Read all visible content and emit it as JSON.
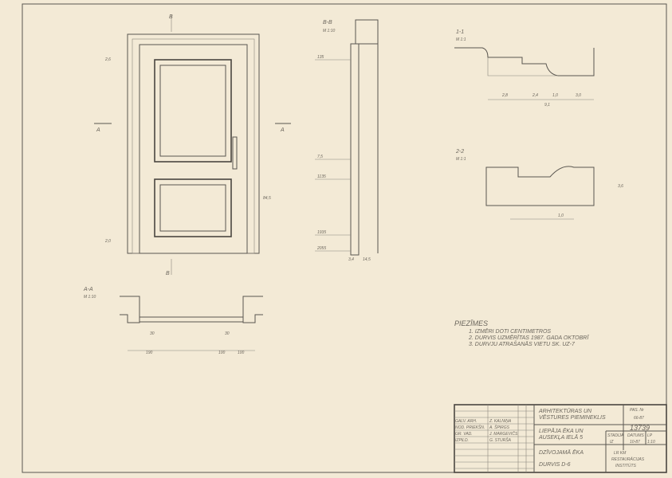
{
  "sections": {
    "bb": {
      "title": "B-B",
      "scale": "M 1:10"
    },
    "aa": {
      "title": "A-A",
      "scale": "M 1:10"
    },
    "s11": {
      "title": "1-1",
      "scale": "M 1:1"
    },
    "s22": {
      "title": "2-2",
      "scale": "M 1:1"
    },
    "cut_a": "A",
    "cut_b": "B"
  },
  "dimensions": {
    "bb": [
      "7,5",
      "135",
      "1135",
      "1935",
      "2055",
      "3,4",
      "14,5"
    ],
    "aa": [
      "30",
      "30",
      "190",
      "100",
      "100"
    ],
    "s11": [
      "2,8",
      "2,4",
      "1,0",
      "3,0",
      "9,1"
    ],
    "s22": [
      "1,0",
      "3,6"
    ],
    "elev": [
      "2,6",
      "2,0",
      "84,5"
    ],
    "door_no": "13739"
  },
  "notes": {
    "heading": "PIEZĪMES",
    "items": [
      "1.  IZMĒRI  DOTI  CENTIMETROS",
      "2.  DURVIS  UZMĒRĪTAS  1987. GADA  OKTOBRĪ",
      "3.  DURVJU  ATRAŠANĀS  VIETU  SK.  UZ-7"
    ]
  },
  "title_block": {
    "project": [
      "ARHITEKTŪRAS  UN",
      "VĒSTURES  PIEMINEKLIS"
    ],
    "object": [
      "LIEPĀJA  ĒKA  UN",
      "AUSEKĻA  IELĀ  5"
    ],
    "drawing": "DZĪVOJAMĀ  ĒKA",
    "sheet_name": "DURVIS  D-6",
    "org": [
      "LR  KM",
      "RESTAURĀCIJAS",
      "INSTITŪTS"
    ],
    "order_label": "PAS. Nr",
    "order_value": "66-87",
    "number": "13739",
    "stage_label": "STADIJA",
    "date_label": "DATUMS",
    "sheet_label": "LP",
    "stage": "IZ",
    "date": "10-87",
    "sheet": "1:10",
    "roles": [
      {
        "role": "GALV. ARH.",
        "name": "Z. KALNIŅA"
      },
      {
        "role": "NOD. PRIEKŠN.",
        "name": "A. ŠPIRGS"
      },
      {
        "role": "GR. VAD.",
        "name": "J. MARGEVIČS"
      },
      {
        "role": "IZPILD.",
        "name": "G. STURŠA"
      }
    ]
  }
}
